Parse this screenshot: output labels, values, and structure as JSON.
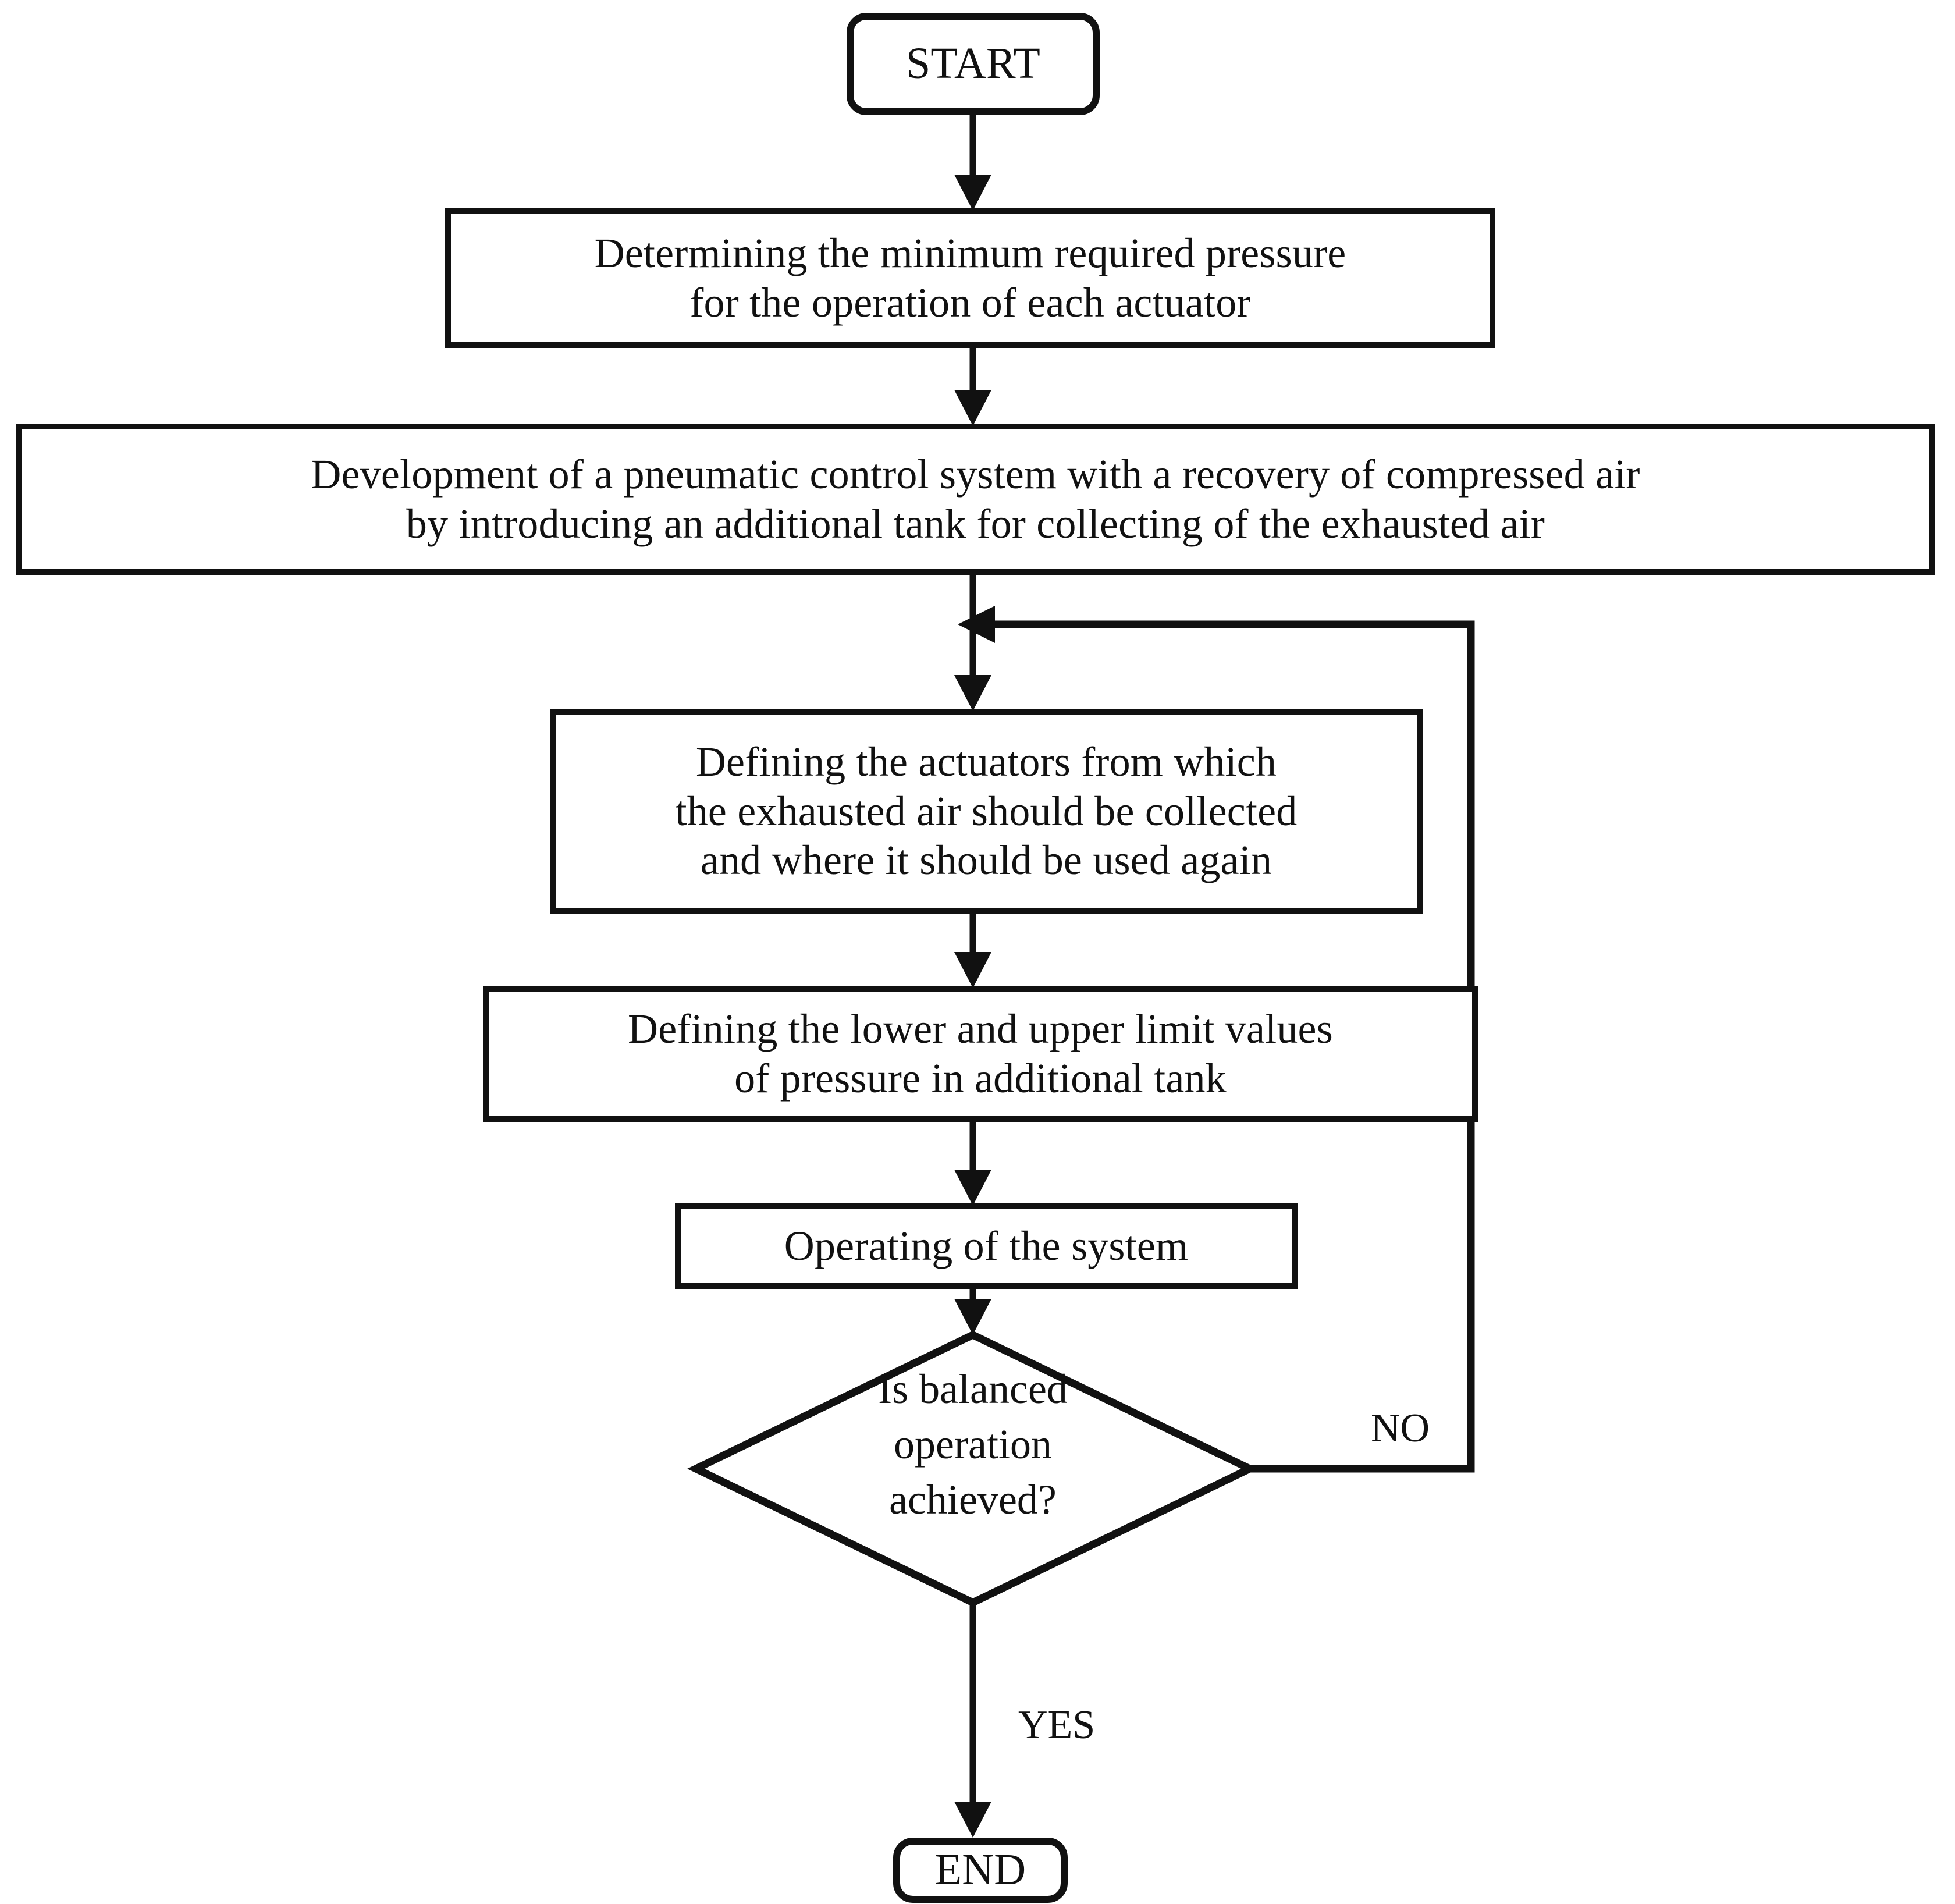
{
  "diagram": {
    "type": "flowchart",
    "title": "Pneumatic control system with compressed air recovery — procedure flowchart",
    "orientation": "top-to-bottom",
    "background_color": "#ffffff",
    "line_color": "#111111"
  },
  "nodes": {
    "start": {
      "shape": "rounded-rectangle",
      "label": "START"
    },
    "step_min_pressure": {
      "shape": "rectangle",
      "label": "Determining the minimum required pressure\nfor the operation of each actuator",
      "line1": "Determining the minimum required pressure",
      "line2": "for the operation of each actuator"
    },
    "step_development": {
      "shape": "rectangle",
      "label": "Development of a pneumatic control system with a recovery of compressed air\nby introducing an additional tank for collecting of the exhausted air",
      "line1": "Development of a pneumatic control system with a recovery of compressed air",
      "line2": "by introducing an additional tank for collecting of the exhausted air"
    },
    "step_define_actuators": {
      "shape": "rectangle",
      "label": "Defining the actuators from which\nthe exhausted air should be collected\nand where it should be used again",
      "line1": "Defining the actuators from which",
      "line2": "the exhausted air should be collected",
      "line3": "and where it should be used again"
    },
    "step_define_limits": {
      "shape": "rectangle",
      "label": "Defining the lower and upper limit values\nof pressure in additional tank",
      "line1": "Defining the lower and upper limit values",
      "line2": "of pressure in additional tank"
    },
    "step_operating": {
      "shape": "rectangle",
      "label": "Operating of the system"
    },
    "decision_balanced": {
      "shape": "diamond",
      "label": "Is balanced operation achieved?",
      "line1": "Is balanced",
      "line2": "operation",
      "line3": "achieved?"
    },
    "end": {
      "shape": "rounded-rectangle",
      "label": "END"
    }
  },
  "edge_labels": {
    "no": "NO",
    "yes": "YES"
  },
  "edges": [
    {
      "from": "start",
      "to": "step_min_pressure",
      "label": ""
    },
    {
      "from": "step_min_pressure",
      "to": "step_development",
      "label": ""
    },
    {
      "from": "step_development",
      "to": "step_define_actuators",
      "label": ""
    },
    {
      "from": "step_define_actuators",
      "to": "step_define_limits",
      "label": ""
    },
    {
      "from": "step_define_limits",
      "to": "step_operating",
      "label": ""
    },
    {
      "from": "step_operating",
      "to": "decision_balanced",
      "label": ""
    },
    {
      "from": "decision_balanced",
      "to": "end",
      "label": "YES"
    },
    {
      "from": "decision_balanced",
      "to": "step_define_actuators",
      "label": "NO"
    }
  ]
}
